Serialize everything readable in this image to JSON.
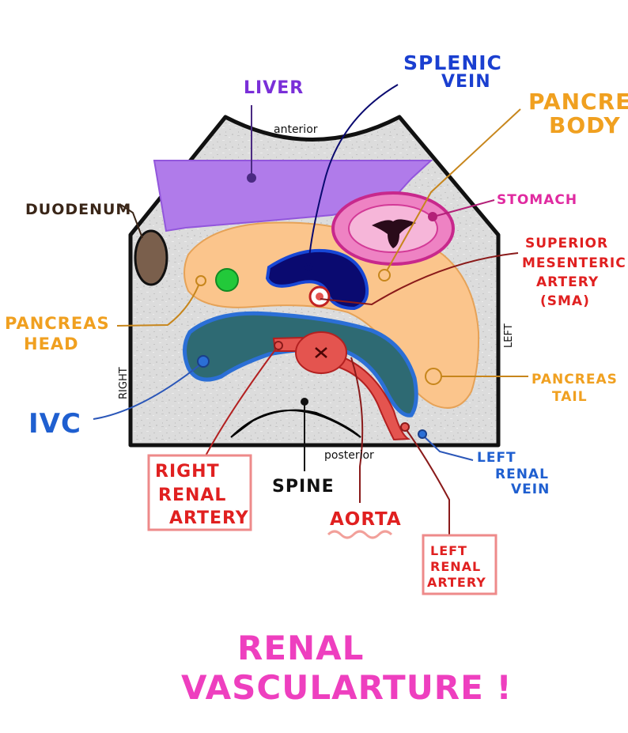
{
  "orientation": {
    "anterior": "anterior",
    "posterior": "posterior",
    "right": "RIGHT",
    "left": "LEFT"
  },
  "labels": {
    "liver": "LIVER",
    "splenic_vein": [
      "SPLENIC",
      "VEIN"
    ],
    "pancreas_body": [
      "PANCREAS",
      "BODY"
    ],
    "stomach": "STOMACH",
    "duodenum": "DUODENUM",
    "sma": [
      "SUPERIOR",
      "MESENTERIC",
      "ARTERY",
      "(SMA)"
    ],
    "pancreas_head": [
      "PANCREAS",
      "HEAD"
    ],
    "ivc": "IVC",
    "pancreas_tail": [
      "PANCREAS",
      "TAIL"
    ],
    "right_renal_artery": [
      "RIGHT",
      "RENAL",
      "ARTERY"
    ],
    "spine": "SPINE",
    "aorta": "AORTA",
    "left_renal_vein": [
      "LEFT",
      "RENAL",
      "VEIN"
    ],
    "left_renal_artery": [
      "LEFT",
      "RENAL",
      "ARTERY"
    ]
  },
  "title": [
    "RENAL",
    "VASCULARTURE !"
  ],
  "colors": {
    "liver": "#b07bea",
    "pancreas": "#fbc58c",
    "stomach": "#ee82c3",
    "splenic_vein": "#0a0a70",
    "ivc": "#2e6a73",
    "ivc_edge": "#2b6fd6",
    "aorta": "#e4544f",
    "duodenum": "#7a5f4c",
    "title": "#ee3fbf",
    "label_red": "#e02020",
    "label_orange": "#f0a020",
    "label_blue": "#1f5fd0"
  }
}
